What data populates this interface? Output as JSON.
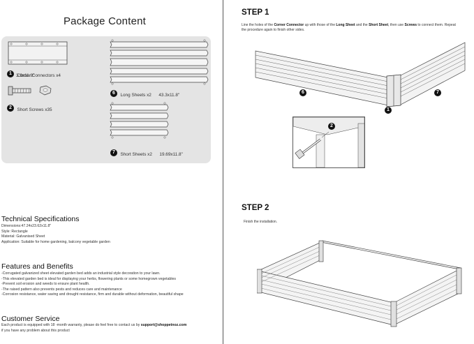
{
  "package": {
    "title": "Package Content",
    "items": [
      {
        "num": "1",
        "label": "Corner Connectors x4",
        "size": "3.9x11.8\""
      },
      {
        "num": "2",
        "label": "Short Screws x35"
      },
      {
        "num": "6",
        "label": "Long Sheets x2",
        "size": "43.3x11.8\""
      },
      {
        "num": "7",
        "label": "Short Sheets x2",
        "size": "19.69x11.8\""
      }
    ]
  },
  "tech": {
    "title": "Technical Specifications",
    "lines": [
      "Dimensions:47.24x23.62x11.8\"",
      "Style: Rectangle",
      "Material: Galvanised Sheet",
      "Application: Suitable for home gardening, balcony vegetable garden"
    ]
  },
  "features": {
    "title": "Features and Benefits",
    "lines": [
      "-Corrugated galvanized sheet elevated garden bed adds an industrial style decoration to your lawn.",
      "-This elevated garden bed is ideal for displaying your herbs, flowering plants or some homegrown vegetables",
      "-Prevent soil erosion and weeds to ensure plant health.",
      "-The raised pattern also prevents pests and reduces care and maintenance",
      "-Corrosion resistance, water saving and drought resistance, firm and durable without deformation, beautiful shape"
    ]
  },
  "service": {
    "title": "Customer Service",
    "line1": "Each product is equipped with 18 -month warranty, please do feel free to contact us by",
    "email": "support@shoppetnoz.com",
    "line2": "if you have any problem about this product"
  },
  "step1": {
    "title": "STEP 1",
    "t1": "Line the holes of the ",
    "b1": "Corner Connector",
    "t2": " up with those of the ",
    "b2": "Long Sheet",
    "t3": " and the ",
    "b3": "Short Sheet",
    "t4": ", then use ",
    "b4": "Screws",
    "t5": " to connect them. Repeat the procedure again to finish other sides.",
    "callouts": [
      "6",
      "7",
      "1",
      "2"
    ]
  },
  "step2": {
    "title": "STEP 2",
    "text": "Finish the installation."
  }
}
